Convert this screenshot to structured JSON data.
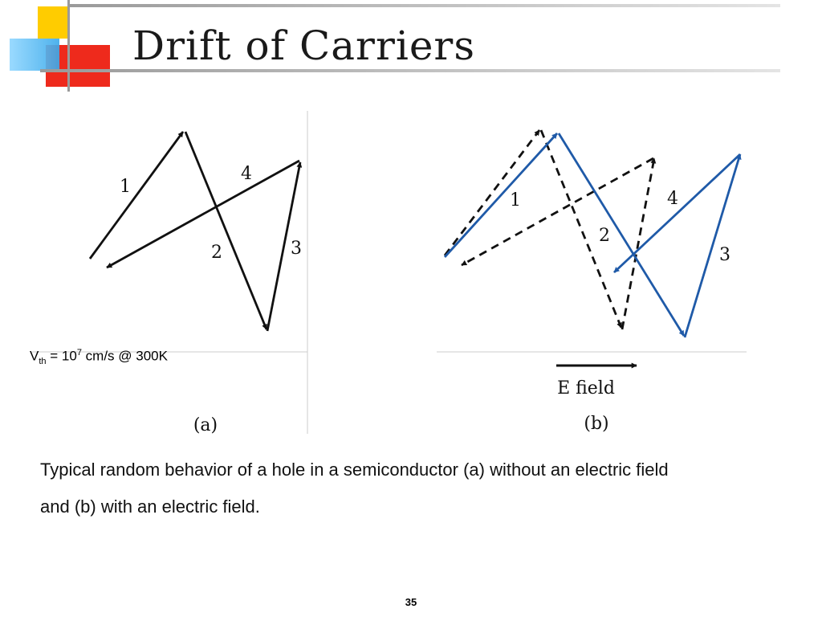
{
  "slide": {
    "title": "Drift of Carriers",
    "page_number": "35",
    "caption_line1": "Typical random behavior of a hole in a semiconductor (a) without an electric field",
    "caption_line2": "and (b) with an electric field.",
    "vth": {
      "prefix": "V",
      "sub": "th",
      "mid": " = 10",
      "sup": "7",
      "suffix": " cm/s @ 300K"
    }
  },
  "diagram": {
    "panel_a": {
      "label": "(a)",
      "segments": [
        {
          "label": "1"
        },
        {
          "label": "2"
        },
        {
          "label": "3"
        },
        {
          "label": "4"
        }
      ]
    },
    "panel_b": {
      "label": "(b)",
      "field_label": "E field",
      "segments": [
        {
          "label": "1"
        },
        {
          "label": "2"
        },
        {
          "label": "3"
        },
        {
          "label": "4"
        }
      ]
    },
    "colors": {
      "path_a": "#111111",
      "path_b_dashed": "#111111",
      "path_b_field": "#1f5aa8",
      "accent_red": "#ee2a1c",
      "accent_yellow": "#ffcc00",
      "accent_blue": "#4db8f0"
    }
  }
}
